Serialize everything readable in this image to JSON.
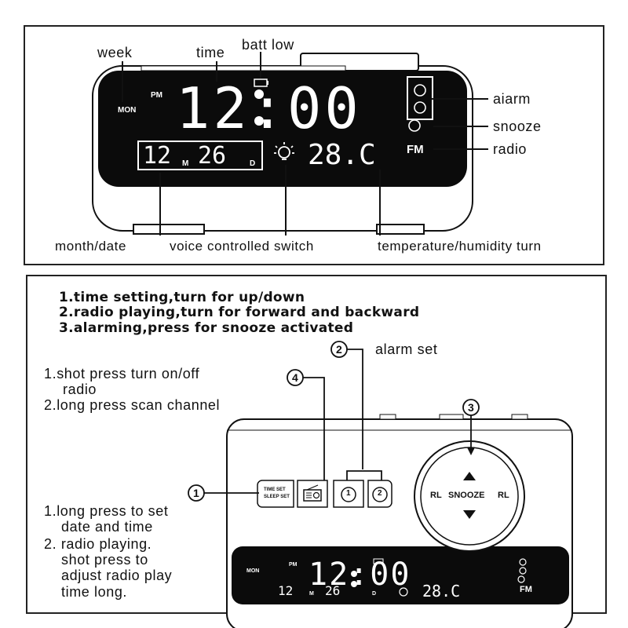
{
  "top_panel": {
    "labels": {
      "week": "week",
      "time": "time",
      "batt_low": "batt low",
      "alarm": "aiarm",
      "snooze": "snooze",
      "radio": "radio",
      "month_date": "month/date",
      "voice_switch": "voice controlled switch",
      "temp_humidity": "temperature/humidity turn"
    },
    "display": {
      "day": "MON",
      "pm": "PM",
      "time": "12:00",
      "month": "12",
      "month_unit": "M",
      "date": "26",
      "date_unit": "D",
      "temperature": "28.C",
      "band": "FM"
    }
  },
  "bottom_panel": {
    "instructions": [
      "1.time setting,turn for up/down",
      "2.radio playing,turn for forward and backward",
      "3.alarming,press for snooze activated"
    ],
    "callouts": {
      "alarm_set": "alarm set",
      "radio_notes": [
        "1.shot press turn on/off",
        "radio",
        "2.long press scan channel"
      ],
      "time_set_notes": [
        "1.long press to set",
        "date and time",
        "2. radio playing.",
        "shot press to",
        "adjust radio play",
        "time long."
      ]
    },
    "numbers": [
      "1",
      "2",
      "3",
      "4"
    ],
    "buttons": {
      "time_set": "TIME SET",
      "sleep_set": "SLEEP SET",
      "alarm1": "1",
      "alarm2": "2"
    },
    "knob": {
      "left": "RL",
      "center": "SNOOZE",
      "right": "RL"
    },
    "display": {
      "day": "MON",
      "pm": "PM",
      "time": "12:00",
      "month": "12",
      "month_unit": "M",
      "date": "26",
      "date_unit": "D",
      "temperature": "28.C",
      "band": "FM"
    }
  }
}
